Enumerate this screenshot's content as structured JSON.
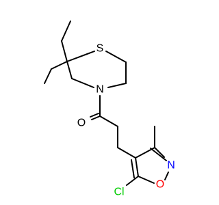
{
  "molecule": {
    "atoms": {
      "sulfur": {
        "label": "S",
        "color": "#000000"
      },
      "ring_nitrogen": {
        "label": "N",
        "color": "#000000"
      },
      "carbonyl_oxygen": {
        "label": "O",
        "color": "#000000"
      },
      "isoxazole_nitrogen": {
        "label": "N",
        "color": "#0000FF"
      },
      "isoxazole_oxygen": {
        "label": "O",
        "color": "#FF0000"
      },
      "chlorine": {
        "label": "Cl",
        "color": "#00CC00"
      }
    }
  }
}
